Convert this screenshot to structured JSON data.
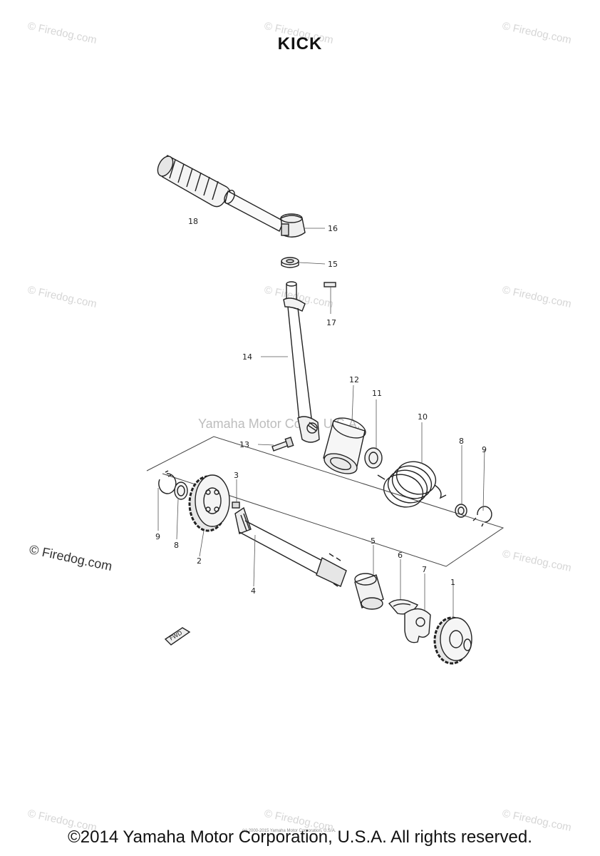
{
  "title": "KICK",
  "watermark": "© Firedog.com",
  "center_watermark": "Yamaha Motor Corp., U.S.A.",
  "small_copyright": "(c) 2000-2015 Yamaha Motor Corporation, U.S.A.",
  "footer": "©2014 Yamaha Motor Corporation, U.S.A. All rights reserved.",
  "fwd_badge": "FWD",
  "part_labels": {
    "p1": "1",
    "p2": "2",
    "p3": "3",
    "p4": "4",
    "p5": "5",
    "p6": "6",
    "p7": "7",
    "p8a": "8",
    "p8b": "8",
    "p9a": "9",
    "p9b": "9",
    "p10": "10",
    "p11": "11",
    "p12": "12",
    "p13": "13",
    "p14": "14",
    "p15": "15",
    "p16": "16",
    "p17": "17",
    "p18": "18"
  }
}
